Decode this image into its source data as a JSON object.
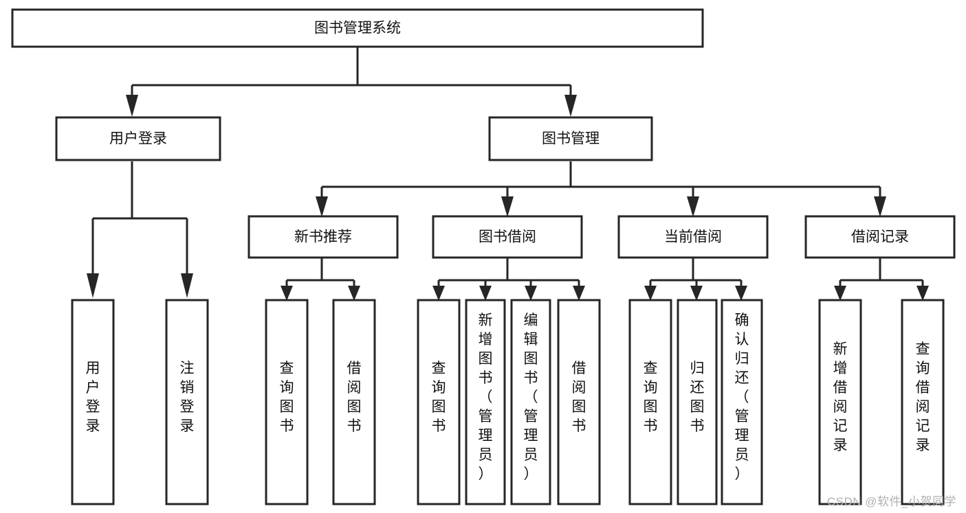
{
  "diagram": {
    "type": "tree",
    "title": "图书管理系统",
    "watermark": "CSDN @软件_小贺同学",
    "colors": {
      "stroke": "#262626",
      "fill": "#ffffff",
      "text": "#111111",
      "watermark": "#b0b0b0"
    },
    "root": {
      "label": "图书管理系统"
    },
    "level2": [
      {
        "label": "用户登录"
      },
      {
        "label": "图书管理"
      }
    ],
    "level3": [
      {
        "label": "新书推荐"
      },
      {
        "label": "图书借阅"
      },
      {
        "label": "当前借阅"
      },
      {
        "label": "借阅记录"
      }
    ],
    "leaves": {
      "user_login": [
        {
          "label": "用户登录"
        },
        {
          "label": "注销登录"
        }
      ],
      "new_book_recommend": [
        {
          "label": "查询图书"
        },
        {
          "label": "借阅图书"
        }
      ],
      "book_borrow": [
        {
          "label": "查询图书"
        },
        {
          "label": "新增图书（管理员）"
        },
        {
          "label": "编辑图书（管理员）"
        },
        {
          "label": "借阅图书"
        }
      ],
      "current_borrow": [
        {
          "label": "查询图书"
        },
        {
          "label": "归还图书"
        },
        {
          "label": "确认归还（管理员）"
        }
      ],
      "borrow_record": [
        {
          "label": "新增借阅记录"
        },
        {
          "label": "查询借阅记录"
        }
      ]
    }
  }
}
